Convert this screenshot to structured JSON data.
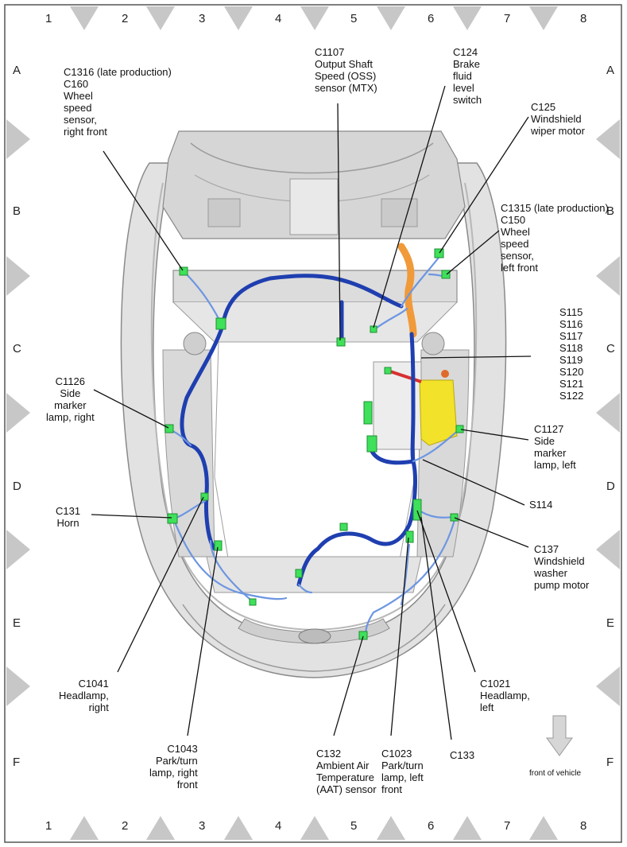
{
  "grid": {
    "columns": [
      "1",
      "2",
      "3",
      "4",
      "5",
      "6",
      "7",
      "8"
    ],
    "rows": [
      "A",
      "B",
      "C",
      "D",
      "E",
      "F"
    ]
  },
  "connectors": {
    "c1316": "C1316 (late production)\nC160\nWheel\nspeed\nsensor,\nright front",
    "c1107": "C1107\nOutput Shaft\nSpeed (OSS)\nsensor (MTX)",
    "c124": "C124\nBrake\nfluid\nlevel\nswitch",
    "c125": "C125\nWindshield\nwiper motor",
    "c1315": "C1315 (late production)\nC150\nWheel\nspeed\nsensor,\nleft front",
    "splices": "S115\nS116\nS117\nS118\nS119\nS120\nS121\nS122",
    "c1126": "C1126\nSide\nmarker\nlamp, right",
    "c1127": "C1127\nSide\nmarker\nlamp, left",
    "s114": "S114",
    "c131": "C131\nHorn",
    "c137": "C137\nWindshield\nwasher\npump motor",
    "c1041": "C1041\nHeadlamp,\nright",
    "c1021": "C1021\nHeadlamp,\nleft",
    "c1043": "C1043\nPark/turn\nlamp, right\nfront",
    "c132": "C132\nAmbient Air\nTemperature\n(AAT) sensor",
    "c1023": "C1023\nPark/turn\nlamp, left\nfront",
    "c133": "C133"
  },
  "legend": {
    "front_of_vehicle": "front of vehicle"
  },
  "colors": {
    "harness_dark": "#1f3fb0",
    "harness_light": "#5f8fe0",
    "connector": "#3fe05a",
    "module": "#f2e229",
    "tube": "#f09a3a",
    "body_gray": "#c9c9c9"
  }
}
